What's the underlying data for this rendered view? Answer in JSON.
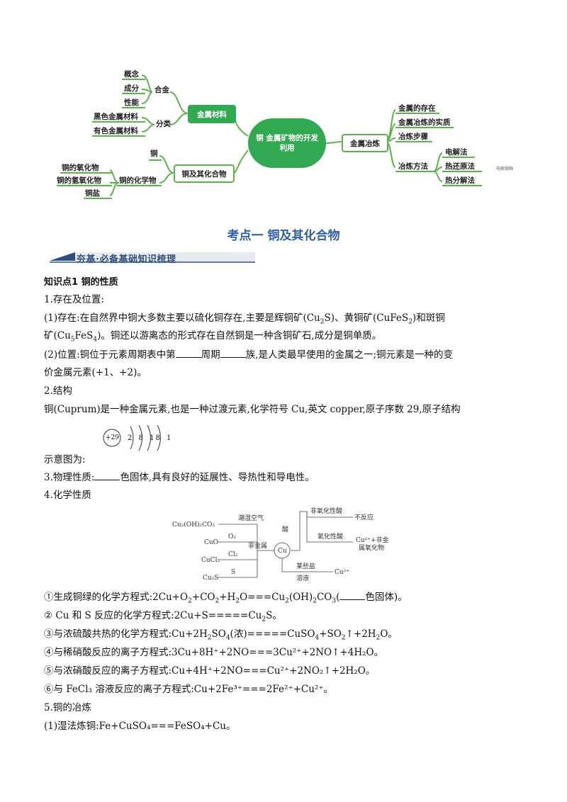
{
  "mindmap": {
    "center": "铜 金属矿物的开发利用",
    "left": {
      "metal_materials": "金属材料",
      "alloy": "合金",
      "alloy_items": [
        "概念",
        "成分",
        "性能"
      ],
      "classification": "分类",
      "class_items": [
        "黑色金属材料",
        "有色金属材料"
      ],
      "copper_compounds": "铜及其化合物",
      "copper": "铜",
      "copper_chem": "铜的化学物",
      "chem_items": [
        "铜的氧化物",
        "铜的氢氧化物"
      ],
      "copper_salt": "铜盐"
    },
    "right": {
      "metal_smelting": "金属冶炼",
      "items": [
        "金属的存在",
        "金属冶炼的实质",
        "冶炼步骤"
      ],
      "method": "冶炼方法",
      "method_items": [
        "电解法",
        "热还原法",
        "热分解法"
      ],
      "small_note": "电解熔融"
    }
  },
  "title": "考点一 铜及其化合物",
  "banner": "夯基·必备基础知识梳理",
  "knowledge_title": "知识点1 铜的性质",
  "s1": "1.存在及位置:",
  "s1_1a": "(1)存在:在自然界中铜大多数主要以硫化铜存在,主要是辉铜矿(Cu",
  "s1_1b": "S)、黄铜矿(CuFeS",
  "s1_1c": ")和斑铜",
  "s1_1d": "矿(Cu",
  "s1_1e": "FeS",
  "s1_1f": ")。铜还以游离态的形式存在自然铜是一种含铜矿石,成分是铜单质。",
  "s1_2a": "(2)位置:铜位于元素周期表中第",
  "s1_2b": "周期",
  "s1_2c": "族,是人类最早使用的金属之一;铜元素是一种的变",
  "s1_2d": "价金属元素(+1、+2)。",
  "s2": "2.结构",
  "s2_text": "铜(Cuprum)是一种金属元素,也是一种过渡元素,化学符号 Cu,英文 copper,原子序数 29,原子结构",
  "atom": {
    "nucleus": "+29",
    "shells": "2 8 18 1"
  },
  "s2_tail": "示意图为:",
  "s3a": "3.物理性质:",
  "s3b": "色固体,具有良好的延展性、导热性和导电性。",
  "s4": "4.化学性质",
  "diagram": {
    "humid_air": "潮湿空气",
    "nonmetal": "非金属",
    "acid": "酸",
    "nonoxid_acid": "非氧化性酸",
    "no_reaction": "不反应",
    "oxid_acid": "氧化性酸",
    "cu2_nonmetal_oxide_1": "Cu²⁺+非金",
    "cu2_nonmetal_oxide_2": "属氧化物",
    "salt_1": "某些盐",
    "salt_2": "溶液",
    "cu2": "Cu²⁺",
    "cu_center": "Cu",
    "products": [
      "Cu₂(OH)₂CO₃",
      "CuO",
      "CuCl₂",
      "Cu₂S"
    ],
    "reagents": [
      "O₂",
      "Cl₂",
      "S"
    ]
  },
  "eq1a": "①生成铜绿的化学方程式:2Cu+O",
  "eq1b": "+CO",
  "eq1c": "+H",
  "eq1d": "O===Cu",
  "eq1e": "(OH)",
  "eq1f": "CO",
  "eq1g": "(",
  "eq1h": "色固体)。",
  "eq2": "② Cu 和 S 反应的化学方程式:2Cu+S=====Cu",
  "eq2b": "S。",
  "eq3a": "③与浓硫酸共热的化学方程式:Cu+2H",
  "eq3b": "SO",
  "eq3c": "(浓)=====CuSO",
  "eq3d": "+SO",
  "eq3e": "↑+2H",
  "eq3f": "O。",
  "eq4": "④与稀硝酸反应的离子方程式:3Cu+8H⁺+2NO===3Cu²⁺+2NO↑+4H₂O。",
  "eq5": "⑤与浓硝酸反应的离子方程式:Cu+4H⁺+2NO===Cu²⁺+2NO₂↑+2H₂O。",
  "eq6": "⑥与 FeCl₃ 溶液反应的离子方程式:Cu+2Fe³⁺===2Fe²⁺+Cu²⁺。",
  "s5": "5.铜的冶炼",
  "s5_1": "(1)湿法炼铜:Fe+CuSO₄===FeSO₄+Cu。"
}
